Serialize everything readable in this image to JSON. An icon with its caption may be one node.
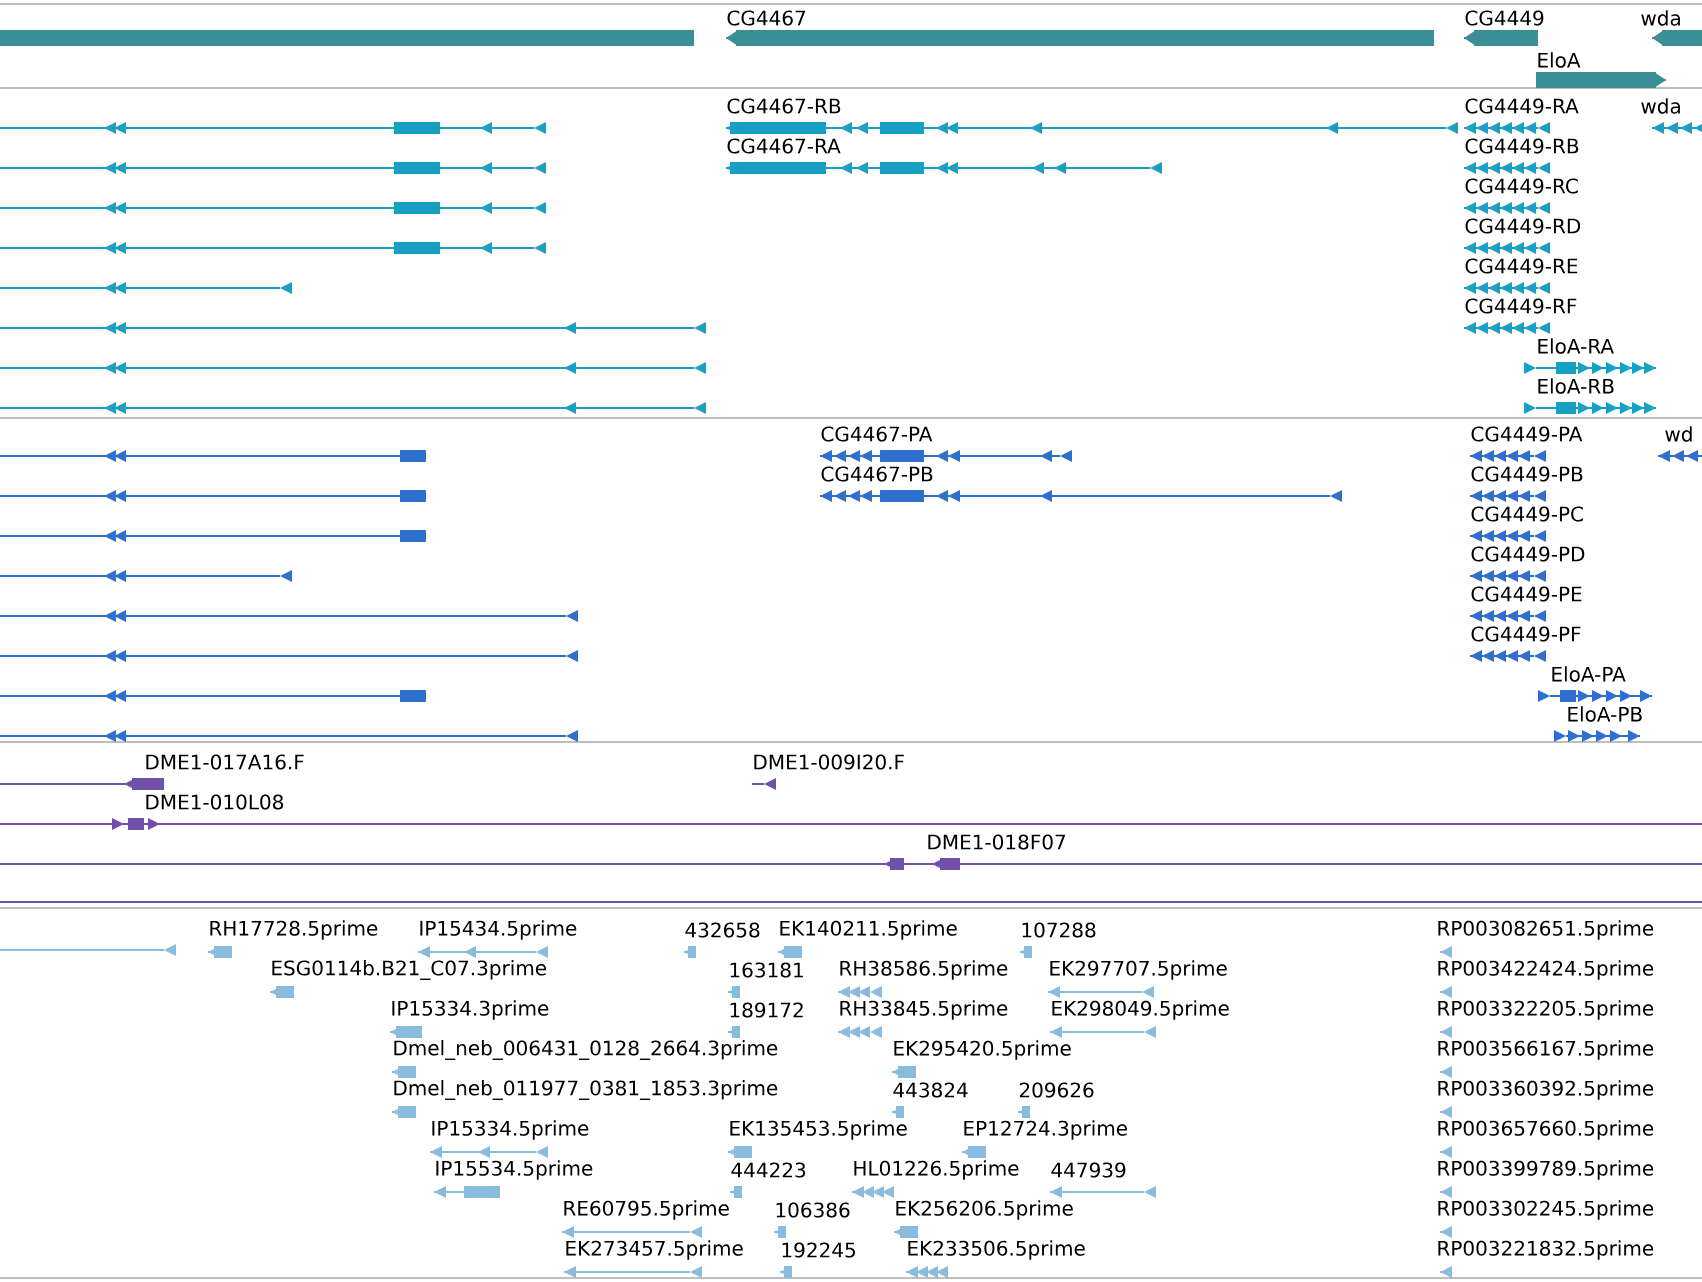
{
  "diagram": {
    "labels": [
      "CG4467",
      "CG4449",
      "wda",
      "EloA",
      "CG4467-RB",
      "CG4449-RA",
      "wda",
      "CG4467-RA",
      "CG4449-RB",
      "CG4449-RC",
      "CG4449-RD",
      "CG4449-RE",
      "CG4449-RF",
      "EloA-RA",
      "EloA-RB",
      "CG4467-PA",
      "CG4449-PA",
      "wd",
      "CG4467-PB",
      "CG4449-PB",
      "CG4449-PC",
      "CG4449-PD",
      "CG4449-PE",
      "CG4449-PF",
      "EloA-PA",
      "EloA-PB",
      "DME1-017A16.F",
      "DME1-009I20.F",
      "DME1-010L08",
      "DME1-018F07",
      "RH17728.5prime",
      "IP15434.5prime",
      "432658",
      "EK140211.5prime",
      "107288",
      "RP003082651.5prime",
      "ESG0114b.B21_C07.3prime",
      "163181",
      "RH38586.5prime",
      "EK297707.5prime",
      "RP003422424.5prime",
      "IP15334.3prime",
      "189172",
      "RH33845.5prime",
      "EK298049.5prime",
      "RP003322205.5prime",
      "Dmel_neb_006431_0128_2664.3prime",
      "EK295420.5prime",
      "RP003566167.5prime",
      "Dmel_neb_011977_0381_1853.3prime",
      "443824",
      "209626",
      "RP003360392.5prime",
      "IP15334.5prime",
      "EK135453.5prime",
      "EP12724.3prime",
      "RP003657660.5prime",
      "IP15534.5prime",
      "444223",
      "HL01226.5prime",
      "447939",
      "RP003399789.5prime",
      "RE60795.5prime",
      "106386",
      "EK256206.5prime",
      "RP003302245.5prime",
      "EK273457.5prime",
      "192245",
      "EK233506.5prime",
      "RP003221832.5prime"
    ]
  }
}
